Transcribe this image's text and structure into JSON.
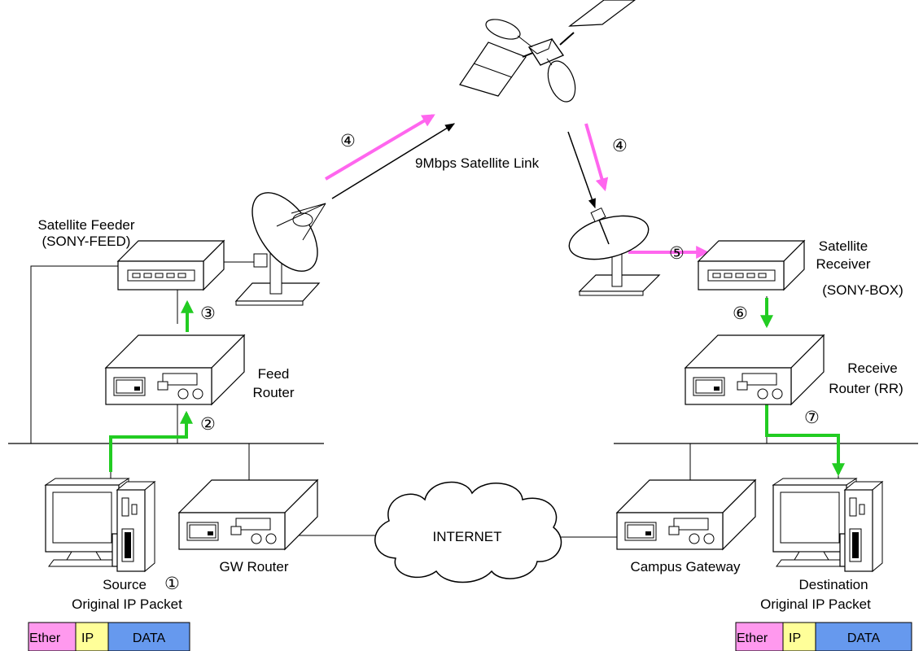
{
  "satellite_link": {
    "label": "9Mbps Satellite Link",
    "step_up": "④",
    "step_down": "④"
  },
  "feeder": {
    "line1": "Satellite Feeder",
    "line2": "(SONY-FEED)"
  },
  "feed_router": {
    "line1": "Feed",
    "line2": "Router"
  },
  "receiver": {
    "line1": "Satellite",
    "line2": "Receiver",
    "line3": "(SONY-BOX)"
  },
  "receive_router": {
    "line1": "Receive",
    "line2": "Router (RR)"
  },
  "gw_router": {
    "label": "GW Router"
  },
  "campus_gateway": {
    "label": "Campus Gateway"
  },
  "internet": {
    "label": "INTERNET"
  },
  "source": {
    "line1": "Source",
    "step": "①",
    "line2": "Original IP Packet"
  },
  "destination": {
    "line1": "Destination",
    "line2": "Original IP Packet"
  },
  "steps": {
    "s2": "②",
    "s3": "③",
    "s5": "⑤",
    "s6": "⑥",
    "s7": "⑦"
  },
  "packet": {
    "ether": "Ether",
    "ip": "IP",
    "data": "DATA"
  },
  "colors": {
    "green": "#22cc22",
    "magenta": "#ff66ee",
    "ether": "#ff99ee",
    "ip": "#ffff99",
    "data": "#6699ee"
  }
}
